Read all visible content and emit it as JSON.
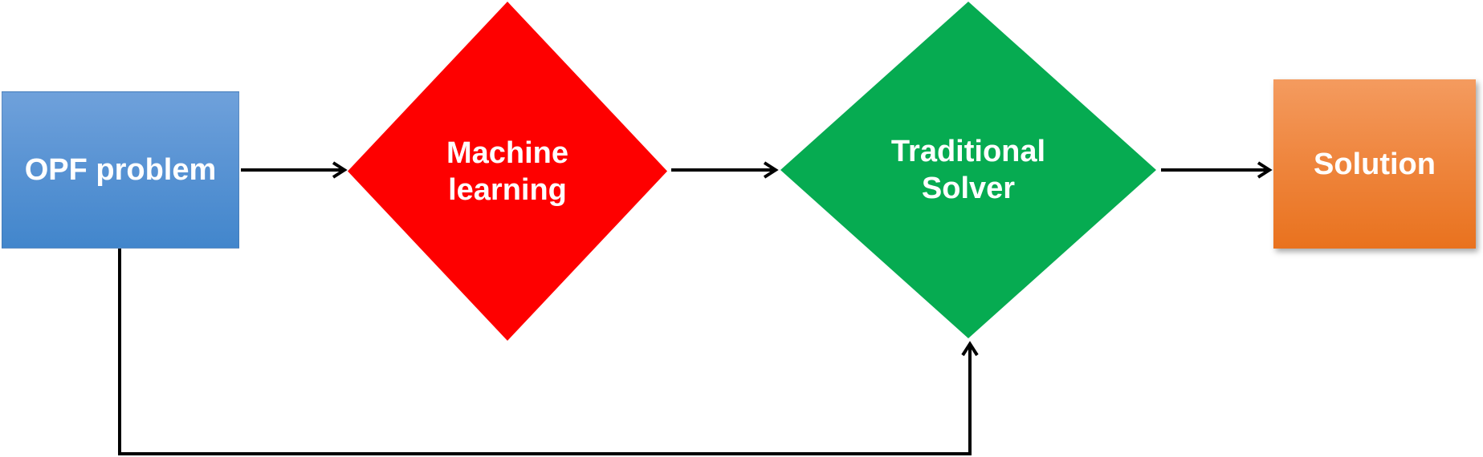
{
  "diagram": {
    "type": "flowchart",
    "background_color": "#FFFFFF",
    "arrow_color": "#000000",
    "nodes": [
      {
        "id": "opf-problem",
        "label": "OPF problem",
        "shape": "rectangle",
        "fill_top": "#6FA1DB",
        "fill_bottom": "#4286CC",
        "text_color": "#FFFFFF"
      },
      {
        "id": "machine-learning",
        "label": "Machine\nlearning",
        "shape": "diamond",
        "fill": "#FE0000",
        "text_color": "#FFFFFF"
      },
      {
        "id": "traditional-solver",
        "label": "Traditional\nSolver",
        "shape": "diamond",
        "fill": "#06AB51",
        "text_color": "#FFFFFF"
      },
      {
        "id": "solution",
        "label": "Solution",
        "shape": "rectangle",
        "fill_top": "#F49B5F",
        "fill_bottom": "#E9721E",
        "text_color": "#FFFFFF"
      }
    ],
    "edges": [
      {
        "from": "OPF problem",
        "to": "Machine learning",
        "style": "straight-arrow"
      },
      {
        "from": "Machine learning",
        "to": "Traditional Solver",
        "style": "straight-arrow"
      },
      {
        "from": "Traditional Solver",
        "to": "Solution",
        "style": "straight-arrow"
      },
      {
        "from": "OPF problem",
        "to": "Traditional Solver",
        "style": "elbow-bypass-arrow-bottom"
      }
    ]
  }
}
